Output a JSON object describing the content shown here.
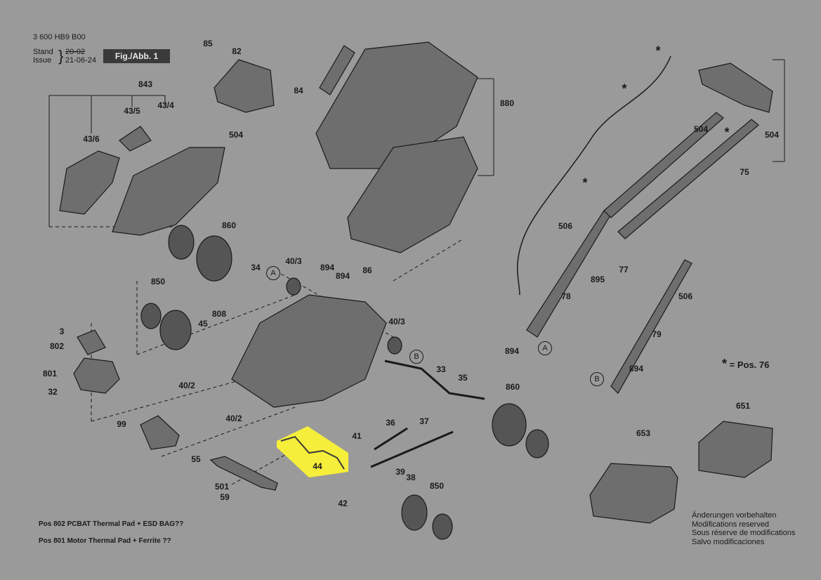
{
  "header": {
    "doc_number": "3 600 HB9 B00",
    "stand_label": "Stand",
    "issue_label": "Issue",
    "old_date": "20-02",
    "new_date": "21-06-24",
    "figure_label": "Fig./Abb. 1"
  },
  "legend": {
    "star": "*",
    "text": "= Pos. 76"
  },
  "notes": {
    "pos802": "Pos 802 PCBAT Thermal Pad + ESD BAG??",
    "pos801": "Pos 801 Motor Thermal Pad + Ferrite ??"
  },
  "modifications": [
    "Änderungen vorbehalten",
    "Modifications reserved",
    "Sous réserve de modifications",
    "Salvo modificaciones"
  ],
  "callouts": {
    "A": "A",
    "B": "B"
  },
  "highlight": {
    "part": "44",
    "color": "#f5ee3a"
  },
  "parts": {
    "p85": "85",
    "p82": "82",
    "p84": "84",
    "p880": "880",
    "p843": "843",
    "p43_5": "43/5",
    "p43_4": "43/4",
    "p43_6": "43/6",
    "p504a": "504",
    "p860a": "860",
    "p34": "34",
    "p40_3a": "40/3",
    "p894a": "894",
    "p894b": "894",
    "p86": "86",
    "p850a": "850",
    "p808": "808",
    "p45": "45",
    "p3": "3",
    "p802": "802",
    "p801": "801",
    "p32": "32",
    "p40_2a": "40/2",
    "p40_3b": "40/3",
    "p33": "33",
    "p35": "35",
    "p860b": "860",
    "p40_2b": "40/2",
    "p99": "99",
    "p36": "36",
    "p37": "37",
    "p41": "41",
    "p44": "44",
    "p55": "55",
    "p39": "39",
    "p38": "38",
    "p501": "501",
    "p59": "59",
    "p42": "42",
    "p850b": "850",
    "p504b": "504",
    "p504c": "504",
    "p75": "75",
    "p506a": "506",
    "p77": "77",
    "p895": "895",
    "p78": "78",
    "p506b": "506",
    "p79": "79",
    "p894c": "894",
    "p894d": "894",
    "p653": "653",
    "p651": "651"
  }
}
